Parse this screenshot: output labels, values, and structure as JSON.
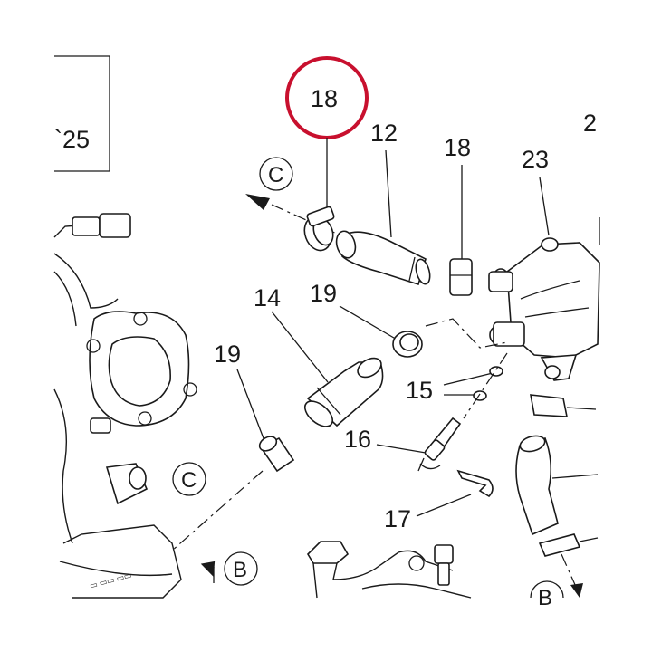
{
  "highlight_color": "#c8102e",
  "callouts": {
    "c18_top": "18",
    "c12": "12",
    "c18_right": "18",
    "c23": "23",
    "c2": "2",
    "c25": "`25",
    "c14": "14",
    "c19_mid": "19",
    "c19_left": "19",
    "c15": "15",
    "c16": "16",
    "c17": "17"
  },
  "refs": {
    "ref_c_top": "C",
    "ref_c_left": "C",
    "ref_b_bottom": "B",
    "ref_b_right": "B"
  }
}
